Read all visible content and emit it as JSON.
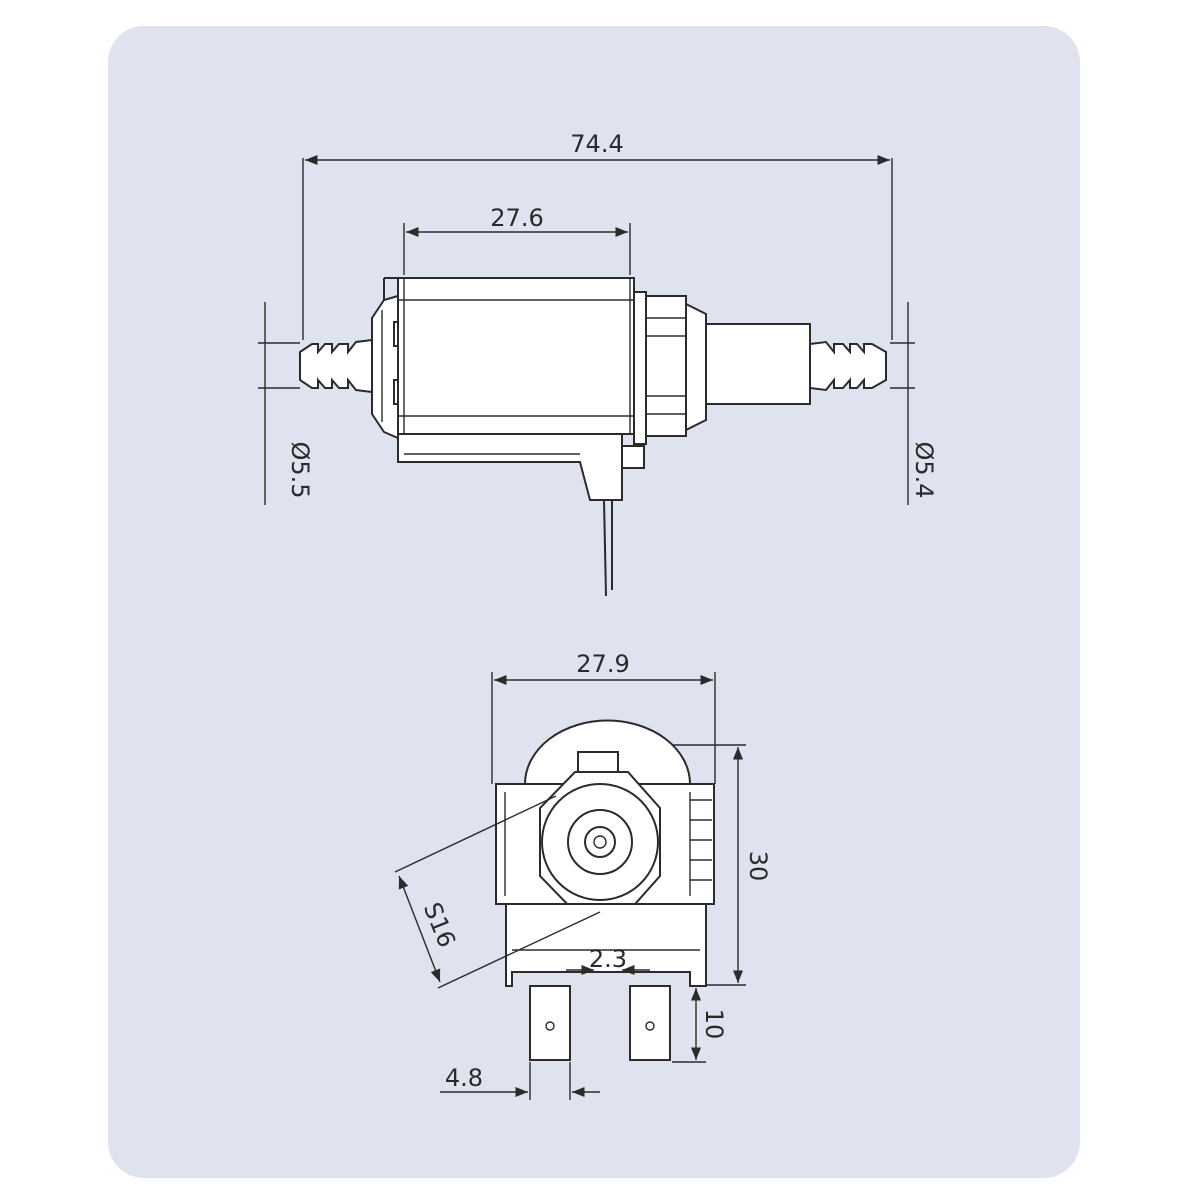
{
  "dimensions": {
    "overall_length": "74.4",
    "body_length": "27.6",
    "inlet_diameter": "Ø5.5",
    "outlet_diameter": "Ø5.4",
    "front_width": "27.9",
    "front_height": "30",
    "hex_size": "S16",
    "center_gap": "2.3",
    "terminal_length": "10",
    "terminal_width": "4.8"
  },
  "colors": {
    "panel": "#dfe3ef",
    "line": "#2b2b2b",
    "body": "#ffffff"
  }
}
